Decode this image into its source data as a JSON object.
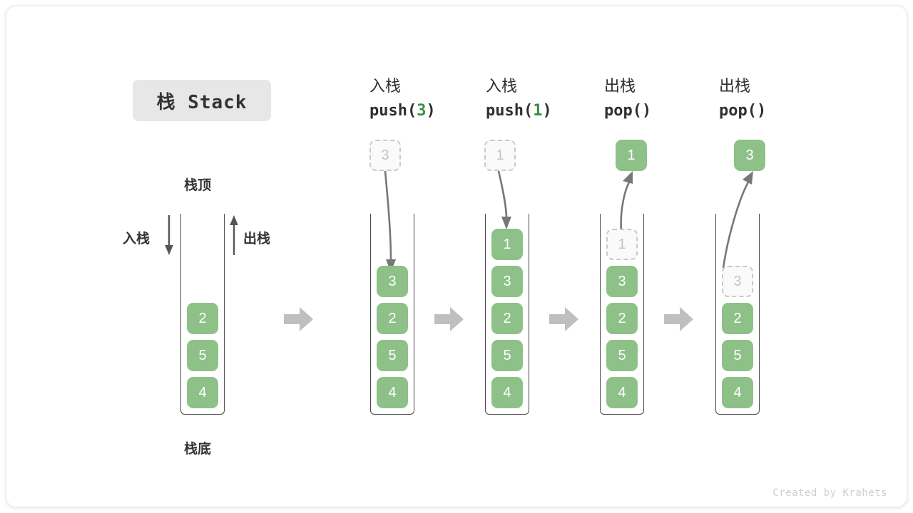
{
  "title": "栈 Stack",
  "labels": {
    "top": "栈顶",
    "bottom": "栈底",
    "push_side": "入栈",
    "pop_side": "出栈"
  },
  "credit": "Created by Krahets",
  "colors": {
    "element_green": "#8ec188",
    "ghost_gray": "#c4c4c4",
    "arrow_gray": "#bfbfbf",
    "title_bg": "#e7e7e7",
    "text_dark": "#333333",
    "accent_green_text": "#3c8c44"
  },
  "flow_arrows": [
    {
      "name": "flow-arrow-1"
    },
    {
      "name": "flow-arrow-2"
    },
    {
      "name": "flow-arrow-3"
    },
    {
      "name": "flow-arrow-4"
    }
  ],
  "stages": [
    {
      "id": "initial",
      "op_title": "",
      "op_call": "",
      "op_arg": "",
      "stack": [
        "2",
        "5",
        "4"
      ],
      "incoming": null,
      "outgoing": null,
      "ghost_in_stack": null
    },
    {
      "id": "push-3",
      "op_title": "入栈",
      "op_call_prefix": "push(",
      "op_arg": "3",
      "op_call_suffix": ")",
      "stack": [
        "3",
        "2",
        "5",
        "4"
      ],
      "incoming": "3",
      "outgoing": null,
      "ghost_in_stack": null
    },
    {
      "id": "push-1",
      "op_title": "入栈",
      "op_call_prefix": "push(",
      "op_arg": "1",
      "op_call_suffix": ")",
      "stack": [
        "1",
        "3",
        "2",
        "5",
        "4"
      ],
      "incoming": "1",
      "outgoing": null,
      "ghost_in_stack": null
    },
    {
      "id": "pop-1",
      "op_title": "出栈",
      "op_call_prefix": "pop(",
      "op_arg": "",
      "op_call_suffix": ")",
      "stack": [
        "3",
        "2",
        "5",
        "4"
      ],
      "incoming": null,
      "outgoing": "1",
      "ghost_in_stack": "1"
    },
    {
      "id": "pop-3",
      "op_title": "出栈",
      "op_call_prefix": "pop(",
      "op_arg": "",
      "op_call_suffix": ")",
      "stack": [
        "2",
        "5",
        "4"
      ],
      "incoming": null,
      "outgoing": "3",
      "ghost_in_stack": "3"
    }
  ]
}
